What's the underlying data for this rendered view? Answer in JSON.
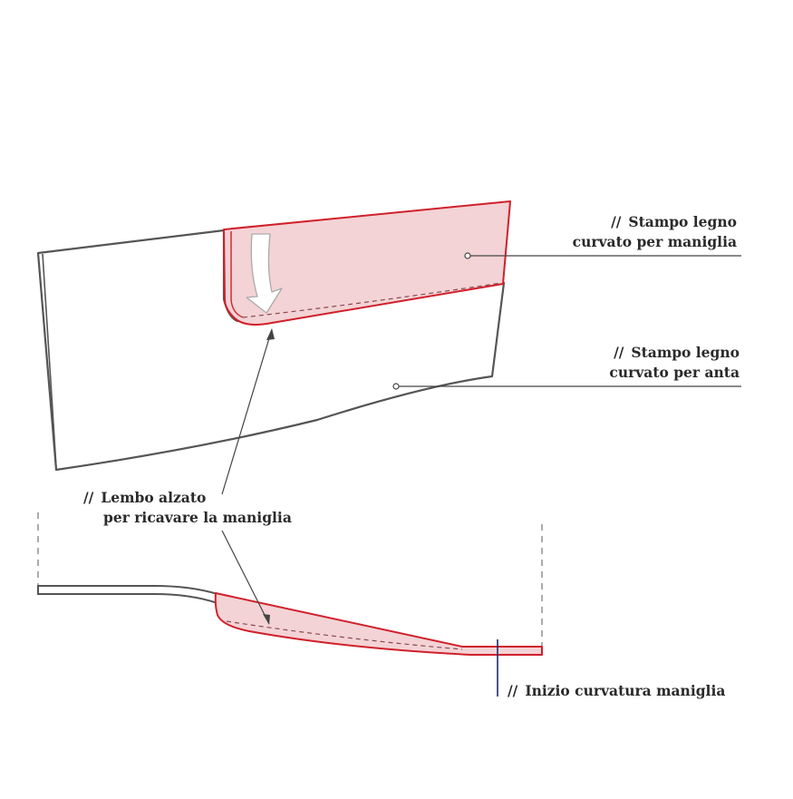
{
  "labels": {
    "stampo_maniglia": {
      "marker": "//",
      "line1": "Stampo legno",
      "line2": "curvato per maniglia"
    },
    "stampo_anta": {
      "marker": "//",
      "line1": "Stampo legno",
      "line2": "curvato per anta"
    },
    "lembo": {
      "marker": "//",
      "line1": "Lembo alzato",
      "line2": "per ricavare la maniglia"
    },
    "inizio": {
      "marker": "//",
      "line1": "Inizio curvatura maniglia"
    }
  },
  "colors": {
    "outline": "#555555",
    "accent": "#d0202b",
    "fill": "#f3d3d5",
    "marker_line": "#1f2a6b"
  }
}
